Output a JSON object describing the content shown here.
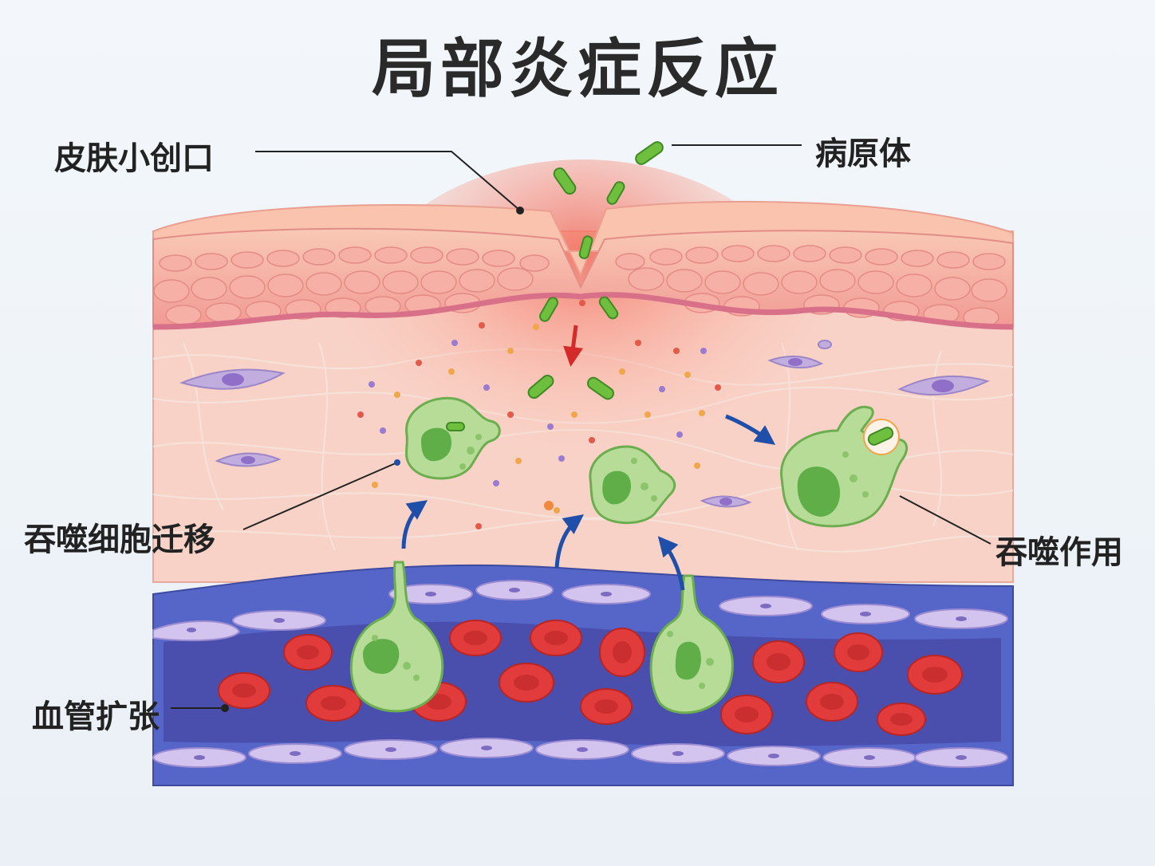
{
  "title": "局部炎症反应",
  "labels": {
    "skin_wound": "皮肤小创口",
    "pathogen": "病原体",
    "phagocyte_migration": "吞噬细胞迁移",
    "phagocytosis": "吞噬作用",
    "vasodilation": "血管扩张"
  },
  "colors": {
    "epidermis": "#f3a9a1",
    "dermis": "#f9d2c7",
    "inflammation": "#f26b5b",
    "vessel_wall": "#5566c8",
    "vessel_lumen": "#4a4fae",
    "endothelium": "#c9b8ea",
    "red_blood_cell": "#e23b3b",
    "phagocyte": "#b6dc98",
    "phagocyte_nucleus": "#5fae48",
    "bacteria": "#6fbf3f",
    "fibroblast": "#b9a3e0",
    "arrow_blue": "#1f4fa8",
    "arrow_red": "#d42a2a"
  }
}
